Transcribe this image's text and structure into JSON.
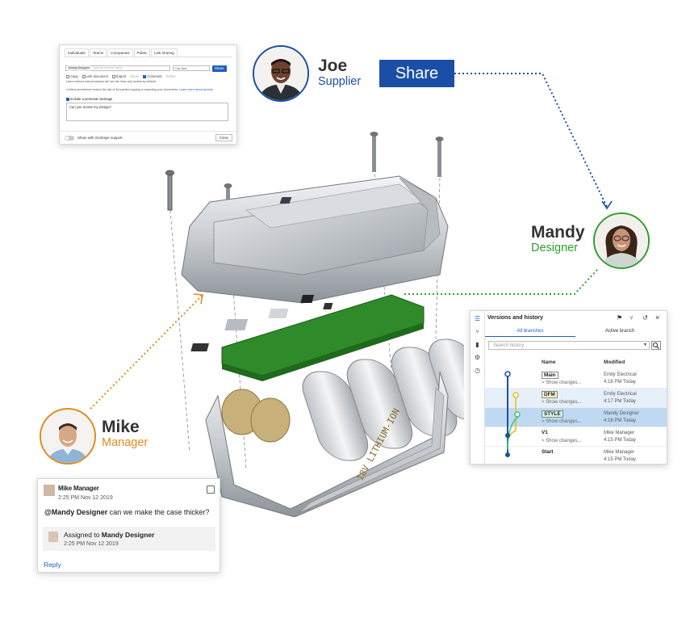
{
  "share_dialog": {
    "tabs": [
      "Individuals",
      "Teams",
      "Companies",
      "Public",
      "Link sharing"
    ],
    "email_placeholder": "Type an email or name",
    "email_chip": "Mandy Designer",
    "permission_select": "Can view",
    "share_label": "Share",
    "permissions": [
      {
        "label": "Copy",
        "checked": false
      },
      {
        "label": "Link document",
        "checked": false
      },
      {
        "label": "Export",
        "checked": false
      },
      {
        "label": "Share",
        "checked": false
      },
      {
        "label": "Comment",
        "checked": true
      },
      {
        "label": "Delete",
        "checked": false
      }
    ],
    "note1": "Users without edit permission will see the View only toolbar by default.",
    "note2": "Limited permissions reduce the risk of 3rd parties copying or exporting your documents.",
    "note2_link": "Learn more about security",
    "include_message_label": "Include a personal message",
    "message": "Can you review my Design?",
    "support_label": "Share with Onshape support",
    "close_label": "Close"
  },
  "share_button": {
    "label": "Share"
  },
  "people": {
    "joe": {
      "name": "Joe",
      "role": "Supplier",
      "color": "#1b4fa6"
    },
    "mandy": {
      "name": "Mandy",
      "role": "Designer",
      "color": "#2e9e2e"
    },
    "mike": {
      "name": "Mike",
      "role": "Manager",
      "color": "#e08a1e"
    }
  },
  "versions": {
    "title": "Versions and history",
    "tab_all": "All branches",
    "tab_active": "Active branch",
    "search_placeholder": "Search history",
    "col_name": "Name",
    "col_modified": "Modified",
    "rows": [
      {
        "name": "Main",
        "sub": "> Show changes...",
        "modified": "Emily Electrical",
        "time": "4:18 PM Today",
        "tag": true
      },
      {
        "name": "DFM",
        "sub": "> Show changes...",
        "modified": "Emily Electrical",
        "time": "4:17 PM Today",
        "tag": true
      },
      {
        "name": "STYLE",
        "sub": "> Show changes...",
        "modified": "Mandy Designer",
        "time": "4:16 PM Today",
        "tag": true
      },
      {
        "name": "V1",
        "sub": "> Show changes...",
        "modified": "Mike Manager",
        "time": "4:15 PM Today",
        "tag": false
      },
      {
        "name": "Start",
        "sub": "",
        "modified": "Mike Manager",
        "time": "4:15 PM Today",
        "tag": false
      }
    ]
  },
  "comment": {
    "author": "Mike Manager",
    "time": "2:25 PM Nov 12 2019",
    "mention": "@Mandy Designer",
    "text": " can we make the case thicker?",
    "assigned_prefix": "Assigned to ",
    "assigned_to": "Mandy Designer",
    "assigned_time": "2:25 PM Nov 12 2019",
    "reply_label": "Reply"
  },
  "model": {
    "case_lettering": "18V LITHIUM-ION"
  }
}
